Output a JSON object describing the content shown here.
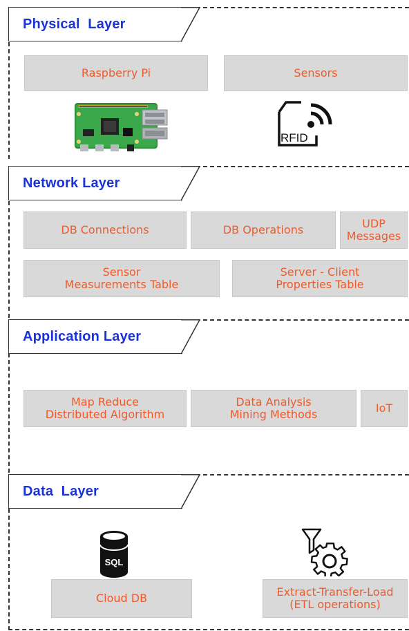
{
  "layers": {
    "physical": {
      "title": "Physical  Layer",
      "boxes": {
        "raspberry": "Raspberry Pi",
        "sensors": "Sensors"
      },
      "rfid_text": "RFID"
    },
    "network": {
      "title": "Network Layer",
      "boxes": {
        "db_connections": "DB Connections",
        "db_operations": "DB Operations",
        "udp": "UDP\nMessages",
        "sensor_table": "Sensor\nMeasurements Table",
        "server_client": "Server - Client\nProperties Table"
      }
    },
    "application": {
      "title": "Application Layer",
      "boxes": {
        "map_reduce": "Map Reduce\nDistributed Algorithm",
        "data_analysis": "Data Analysis\nMining Methods",
        "iot": "IoT"
      }
    },
    "data": {
      "title": "Data  Layer",
      "boxes": {
        "cloud_db": "Cloud DB",
        "etl": "Extract-Transfer-Load\n(ETL operations)"
      },
      "sql_text": "SQL"
    }
  },
  "colors": {
    "title": "#1a33d6",
    "box_text": "#ef5a2b",
    "box_fill": "#d9d9d9"
  },
  "icons": [
    "raspberry-pi-board-icon",
    "rfid-icon",
    "sql-database-icon",
    "funnel-gear-icon"
  ]
}
